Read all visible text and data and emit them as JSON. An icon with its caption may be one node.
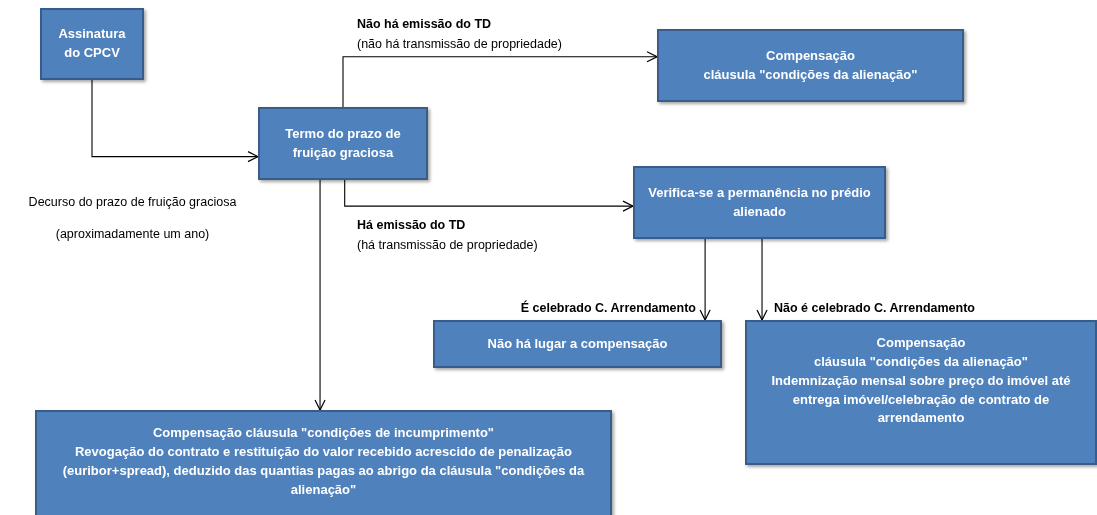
{
  "diagram": {
    "nodes": [
      {
        "text": [
          "Assinatura do CPCV"
        ]
      },
      {
        "text": [
          "Termo do prazo de fruição graciosa"
        ]
      },
      {
        "text": [
          "Compensação",
          "cláusula \"condições da alienação\""
        ]
      },
      {
        "text": [
          "Verifica-se a permanência no prédio alienado"
        ]
      },
      {
        "text": [
          "Não há lugar a compensação"
        ]
      },
      {
        "text": [
          "Compensação",
          "cláusula \"condições da alienação\"",
          "Indemnização mensal sobre preço do imóvel até entrega imóvel/celebração de contrato de arrendamento"
        ]
      },
      {
        "text": [
          "Compensação cláusula \"condições de incumprimento\"",
          "Revogação do contrato e restituição do valor recebido acrescido de penalização (euribor+spread), deduzido das quantias pagas ao abrigo da cláusula \"condições da alienação\""
        ]
      }
    ],
    "edges": [
      {
        "from": 0,
        "to": 1,
        "arrow": "to",
        "label": "Decurso do prazo de fruição graciosa (aproximadamente um ano)"
      },
      {
        "from": 1,
        "to": 2,
        "arrow": "to",
        "label": "**Não há emissão do TD** (não há transmissão de propriedade)"
      },
      {
        "from": 1,
        "to": 3,
        "arrow": "to",
        "label": "**Há emissão do TD** (há transmissão de propriedade)"
      },
      {
        "from": 3,
        "to": 4,
        "arrow": "to",
        "label": "É celebrado C. Arrendamento"
      },
      {
        "from": 3,
        "to": 5,
        "arrow": "to",
        "label": "Não é celebrado C. Arrendamento"
      },
      {
        "from": 1,
        "to": 6,
        "arrow": "to"
      }
    ]
  }
}
